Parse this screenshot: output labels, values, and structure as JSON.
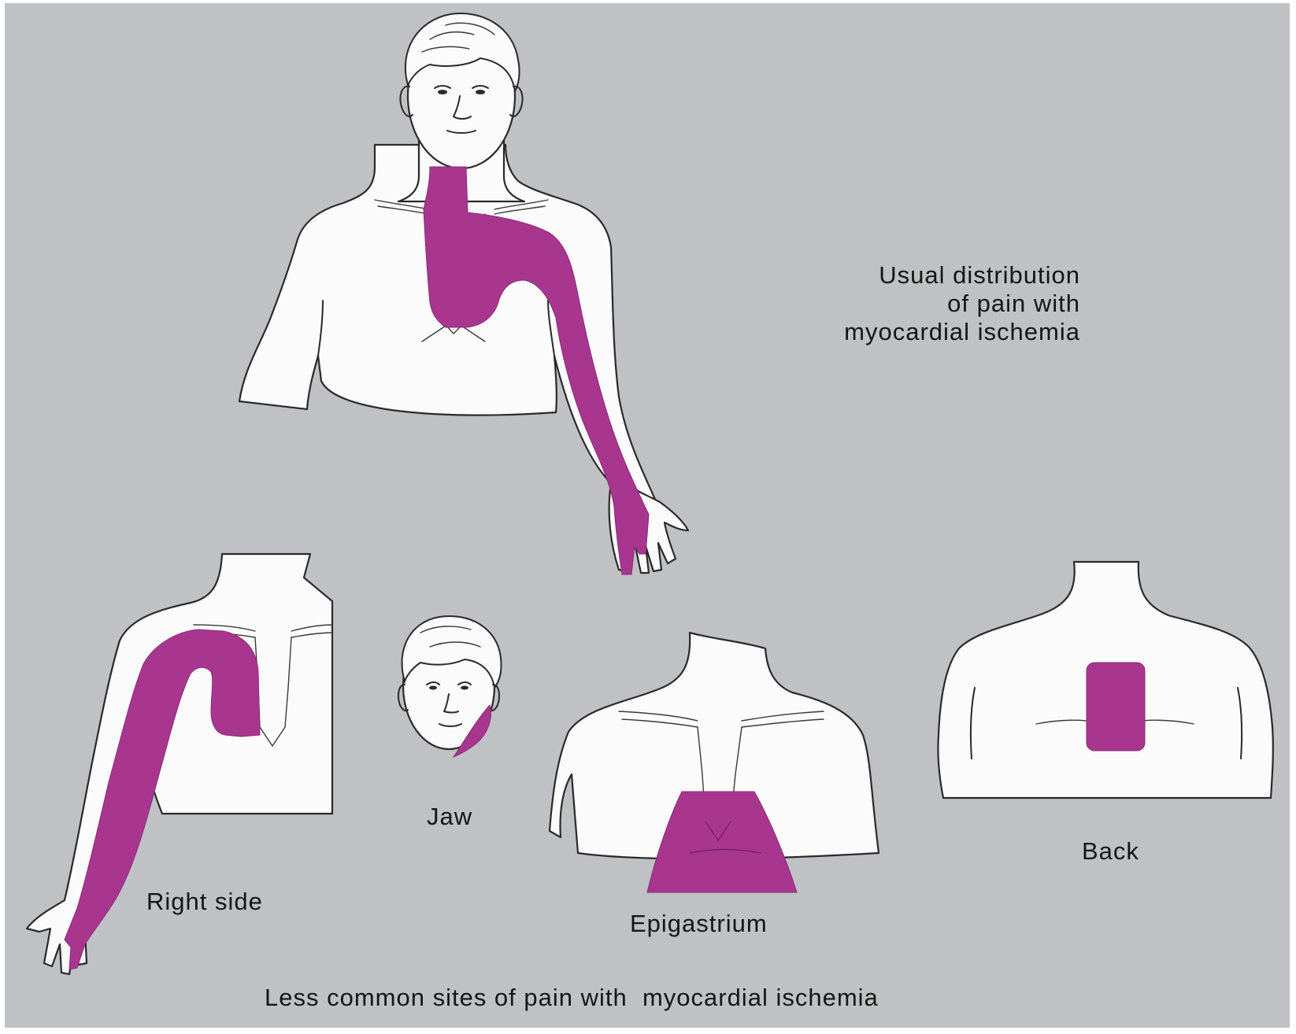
{
  "labels": {
    "usual_line1": "Usual distribution",
    "usual_line2": "of pain with",
    "usual_line3": "myocardial ischemia",
    "right_side": "Right side",
    "jaw": "Jaw",
    "epigastrium": "Epigastrium",
    "back": "Back",
    "caption": "Less common sites of pain with  myocardial ischemia"
  },
  "colors": {
    "background": "#bfc1c4",
    "pain_area": "#a8368f",
    "skin": "#fbfbfb",
    "outline": "#2a2a2a"
  }
}
